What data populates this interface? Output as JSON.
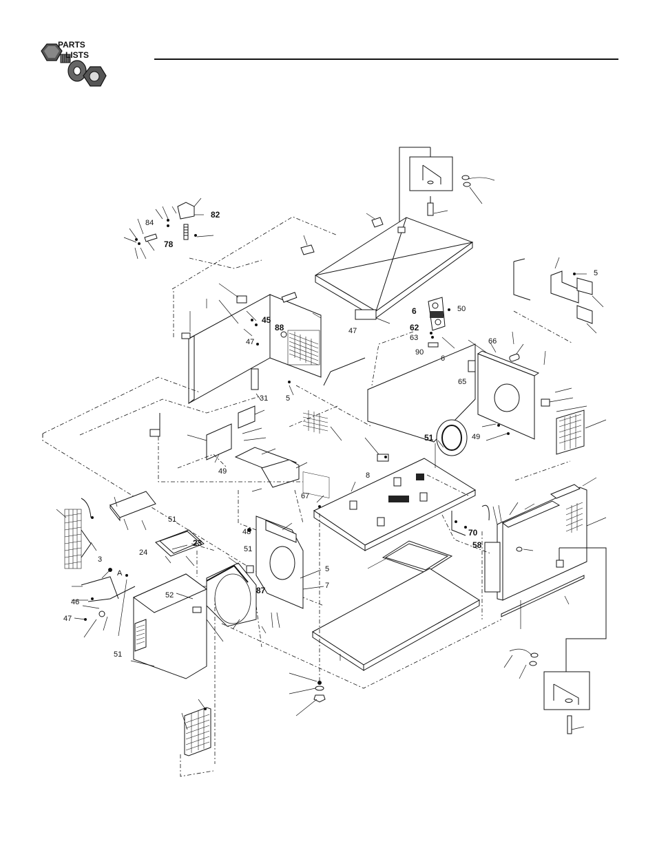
{
  "logo": {
    "line1": "PARTS",
    "line2": "LISTS",
    "icon": "nut-bolt-washer-icon"
  },
  "callouts": {
    "c84": "84",
    "c82": "82",
    "c78": "78",
    "c45": "45",
    "c47a": "47",
    "c88": "88",
    "c31": "31",
    "c5a": "5",
    "c6": "6",
    "c47b": "47",
    "c50": "50",
    "c62": "62",
    "c63": "63",
    "c90": "90",
    "c66": "66",
    "c6b": "6",
    "c65": "65",
    "c49a": "49",
    "c51a": "51",
    "c49b": "49",
    "c8": "8",
    "c67": "67",
    "c70": "70",
    "c58": "58",
    "c48": "48",
    "c51b": "51",
    "c87": "87",
    "c7": "7",
    "c5b": "5",
    "c24": "24",
    "c23": "23",
    "c51c": "51",
    "c3": "3",
    "cA": "A",
    "c46": "46",
    "c47c": "47",
    "c51d": "51",
    "c52": "52",
    "c5c": "5"
  }
}
